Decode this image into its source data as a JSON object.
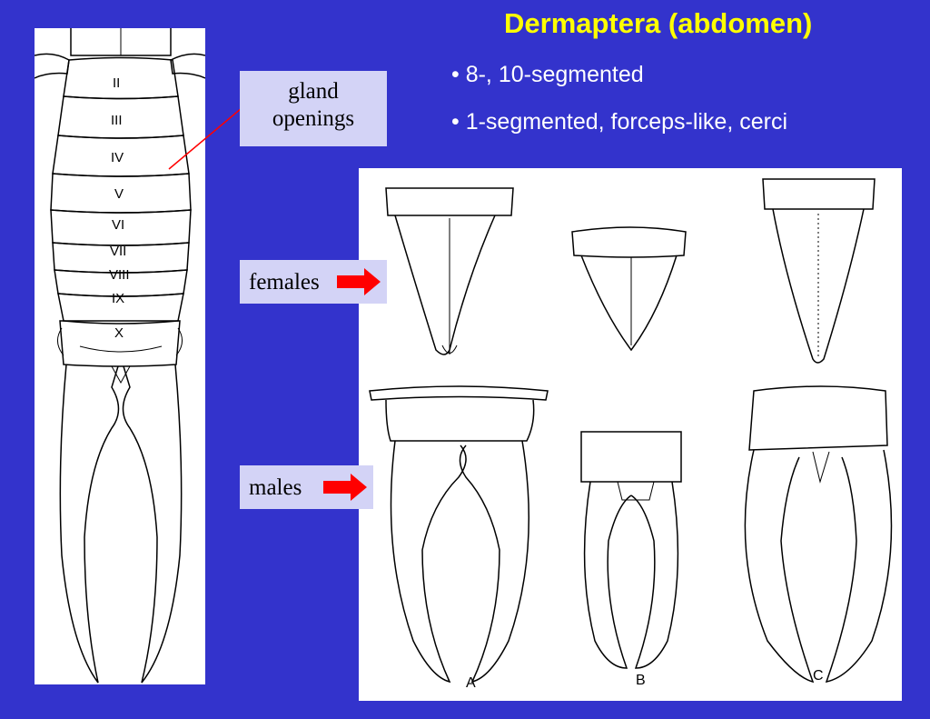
{
  "slide": {
    "title": "Dermaptera (abdomen)",
    "bullets": [
      "• 8-, 10-segmented",
      "• 1-segmented, forceps-like, cerci"
    ]
  },
  "labels": {
    "gland_line1": "gland",
    "gland_line2": "openings",
    "females": "females",
    "males": "males"
  },
  "segments": [
    "II",
    "III",
    "IV",
    "V",
    "VI",
    "VII",
    "VIII",
    "IX",
    "X"
  ],
  "panel_letters": [
    "A",
    "B",
    "C"
  ],
  "colors": {
    "background": "#3333cc",
    "title": "#ffff00",
    "bullet_text": "#ffffff",
    "label_box": "#d3d3f6",
    "arrow": "#ff0000",
    "pointer_line": "#ff0000"
  }
}
